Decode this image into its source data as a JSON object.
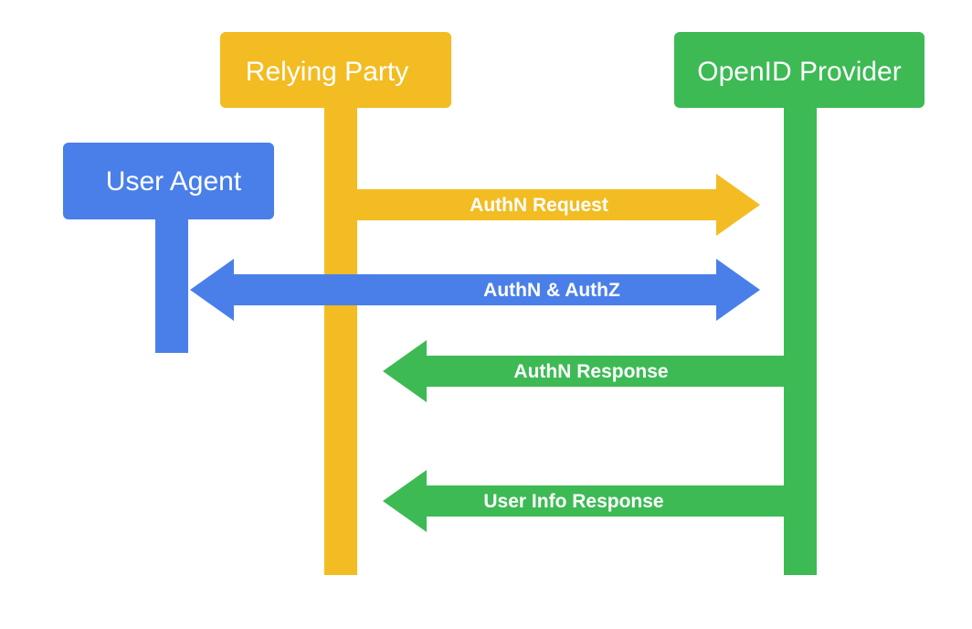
{
  "colors": {
    "relying_party": "#F2BC22",
    "openid_provider": "#3DBA54",
    "user_agent": "#4A7FEA",
    "background": "#FFFFFF",
    "text": "#FFFFFF"
  },
  "actors": {
    "user_agent": {
      "label": "User Agent"
    },
    "relying_party": {
      "label": "Relying Party"
    },
    "openid_provider": {
      "label": "OpenID Provider"
    }
  },
  "messages": [
    {
      "label": "AuthN Request",
      "from": "Relying Party",
      "to": "OpenID Provider",
      "direction": "right"
    },
    {
      "label": "AuthN & AuthZ",
      "from": "User Agent",
      "to": "OpenID Provider",
      "direction": "both"
    },
    {
      "label": "AuthN Response",
      "from": "OpenID Provider",
      "to": "Relying Party",
      "direction": "left"
    },
    {
      "label": "User Info Response",
      "from": "OpenID Provider",
      "to": "Relying Party",
      "direction": "left"
    }
  ]
}
